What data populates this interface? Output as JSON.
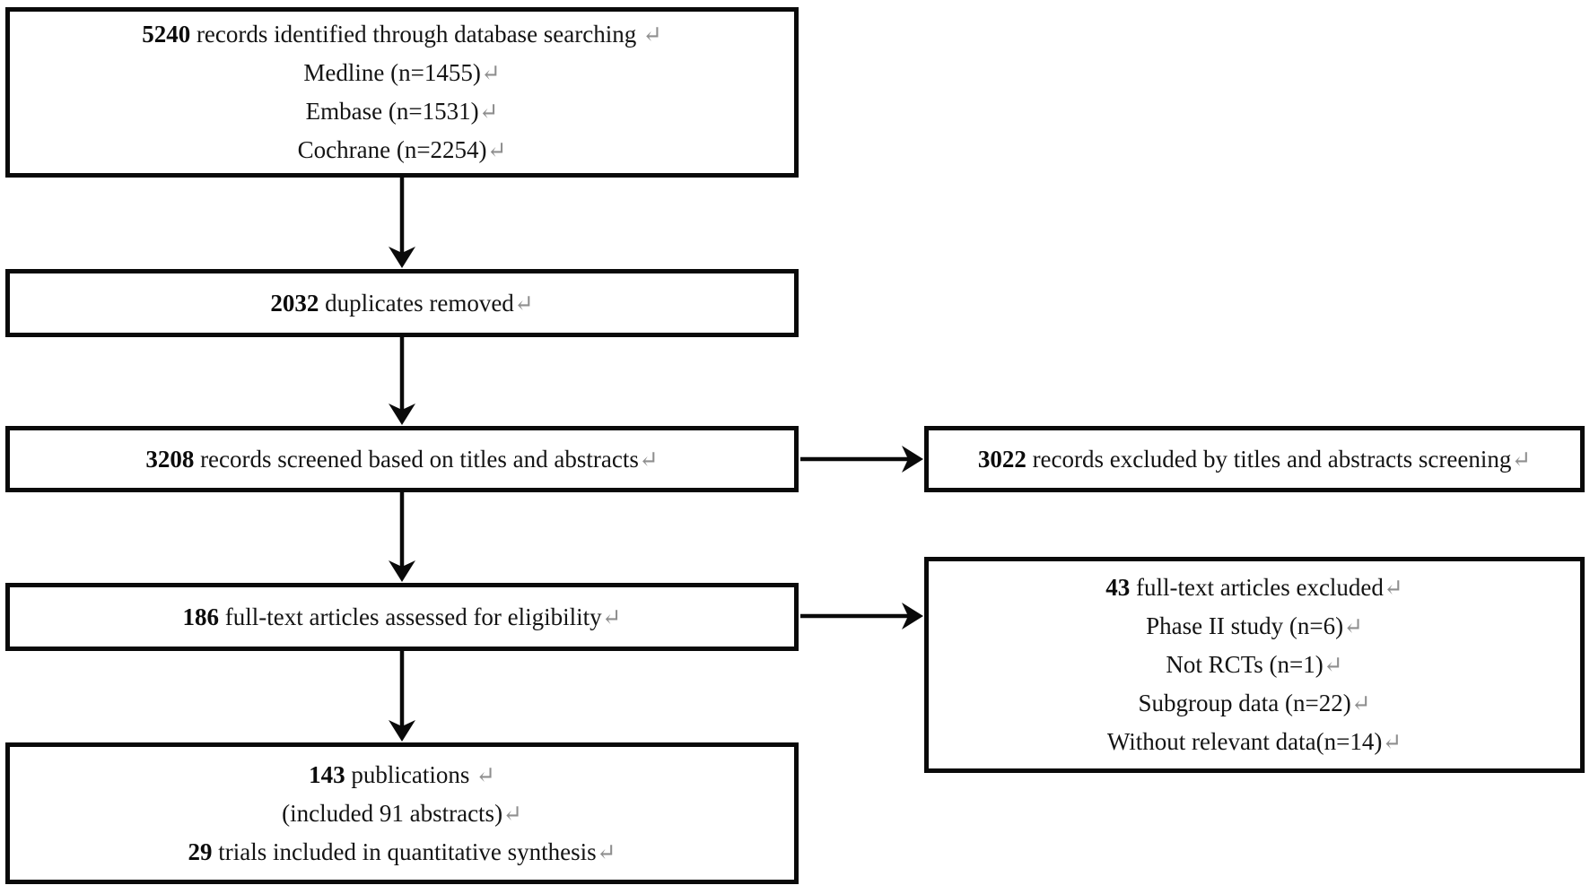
{
  "colors": {
    "background": "#ffffff",
    "box_border": "#0a0a0a",
    "text": "#141414",
    "return_mark": "#8f8f8f",
    "arrow": "#0a0a0a"
  },
  "boxes": {
    "records_identified": {
      "lines": [
        {
          "bold": "5240",
          "text": " records identified through database searching ",
          "mark": "↵"
        },
        {
          "bold": "",
          "text": "Medline (n=1455)",
          "mark": "↵"
        },
        {
          "bold": "",
          "text": "Embase (n=1531)",
          "mark": "↵"
        },
        {
          "bold": "",
          "text": "Cochrane (n=2254)",
          "mark": "↵"
        }
      ]
    },
    "duplicates_removed": {
      "lines": [
        {
          "bold": "2032",
          "text": " duplicates removed",
          "mark": "↵"
        }
      ]
    },
    "records_screened": {
      "lines": [
        {
          "bold": "3208",
          "text": " records screened based on titles and abstracts",
          "mark": "↵"
        }
      ]
    },
    "records_excluded": {
      "lines": [
        {
          "bold": "3022",
          "text": " records excluded by titles and abstracts screening",
          "mark": "↵"
        }
      ]
    },
    "fulltext_assessed": {
      "lines": [
        {
          "bold": "186",
          "text": " full-text articles assessed for eligibility",
          "mark": "↵"
        }
      ]
    },
    "fulltext_excluded": {
      "lines": [
        {
          "bold": "43",
          "text": " full-text articles excluded",
          "mark": "↵"
        },
        {
          "bold": "",
          "text": "Phase II study (n=6)",
          "mark": "↵"
        },
        {
          "bold": "",
          "text": "Not RCTs (n=1)",
          "mark": "↵"
        },
        {
          "bold": "",
          "text": "Subgroup data (n=22)",
          "mark": "↵"
        },
        {
          "bold": "",
          "text": "Without relevant data(n=14)",
          "mark": "↵"
        }
      ]
    },
    "included": {
      "lines": [
        {
          "bold": "143",
          "text": " publications ",
          "mark": "↵"
        },
        {
          "bold": "",
          "text": "(included 91 abstracts)",
          "mark": "↵"
        },
        {
          "bold": "29",
          "text": " trials included in quantitative synthesis",
          "mark": "↵"
        }
      ]
    }
  }
}
